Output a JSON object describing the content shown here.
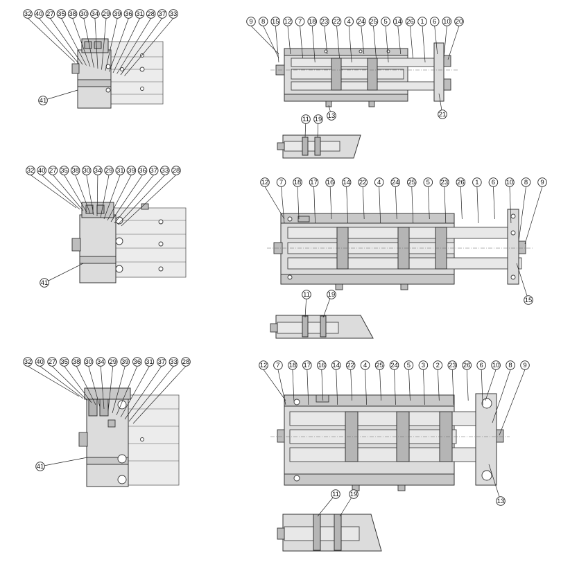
{
  "views": {
    "top_left": {
      "labels": [
        "32",
        "40",
        "27",
        "35",
        "38",
        "30",
        "34",
        "29",
        "39",
        "36",
        "31",
        "28",
        "37",
        "33"
      ],
      "bottom_labels": [
        "41"
      ]
    },
    "top_right": {
      "labels": [
        "9",
        "8",
        "15",
        "12",
        "7",
        "18",
        "23",
        "22",
        "4",
        "24",
        "25",
        "5",
        "14",
        "26",
        "1",
        "6",
        "10",
        "20"
      ],
      "bottom_labels": [
        "13",
        "21"
      ],
      "detail_labels": [
        "11",
        "19"
      ]
    },
    "mid_left": {
      "labels": [
        "32",
        "40",
        "27",
        "35",
        "38",
        "30",
        "34",
        "29",
        "31",
        "39",
        "36",
        "37",
        "33",
        "28"
      ],
      "bottom_labels": [
        "41"
      ]
    },
    "mid_right": {
      "labels": [
        "12",
        "7",
        "18",
        "17",
        "16",
        "14",
        "22",
        "4",
        "24",
        "25",
        "5",
        "23",
        "26",
        "1",
        "6",
        "10",
        "8",
        "9"
      ],
      "bottom_labels": [
        "15"
      ],
      "detail_labels": [
        "11",
        "19"
      ]
    },
    "bot_left": {
      "labels": [
        "32",
        "40",
        "27",
        "35",
        "38",
        "30",
        "34",
        "29",
        "39",
        "36",
        "31",
        "37",
        "33",
        "28"
      ],
      "bottom_labels": [
        "41"
      ]
    },
    "bot_right": {
      "labels": [
        "12",
        "7",
        "18",
        "17",
        "16",
        "14",
        "22",
        "4",
        "25",
        "24",
        "5",
        "3",
        "2",
        "23",
        "26",
        "6",
        "10",
        "8",
        "9"
      ],
      "bottom_labels": [
        "13"
      ],
      "detail_labels": [
        "11",
        "19"
      ]
    }
  }
}
